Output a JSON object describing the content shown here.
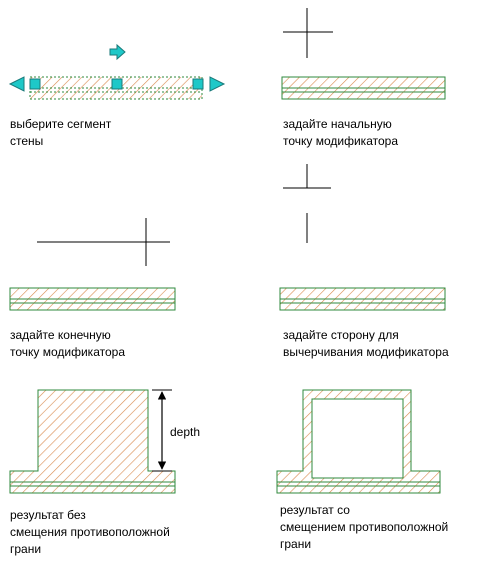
{
  "colors": {
    "hatch": "#d98b4e",
    "wall_outline": "#2f8a3c",
    "grip_fill": "#1ec8c8",
    "grip_stroke": "#1a7a7a",
    "line": "#000000"
  },
  "steps": [
    {
      "id": "select",
      "lines": [
        "выберите сегмент",
        "стены"
      ]
    },
    {
      "id": "start",
      "lines": [
        "задайте начальную",
        "точку модификатора"
      ]
    },
    {
      "id": "end",
      "lines": [
        "задайте конечную",
        "точку модификатора"
      ]
    },
    {
      "id": "side",
      "lines": [
        "задайте сторону для",
        "вычерчивания модификатора"
      ]
    },
    {
      "id": "no_offset",
      "lines": [
        "результат без",
        "смещения противоположной",
        "грани"
      ]
    },
    {
      "id": "with_offset",
      "lines": [
        "результат со",
        "смещением противоположной",
        "грани"
      ]
    }
  ],
  "dimension_label": "depth"
}
